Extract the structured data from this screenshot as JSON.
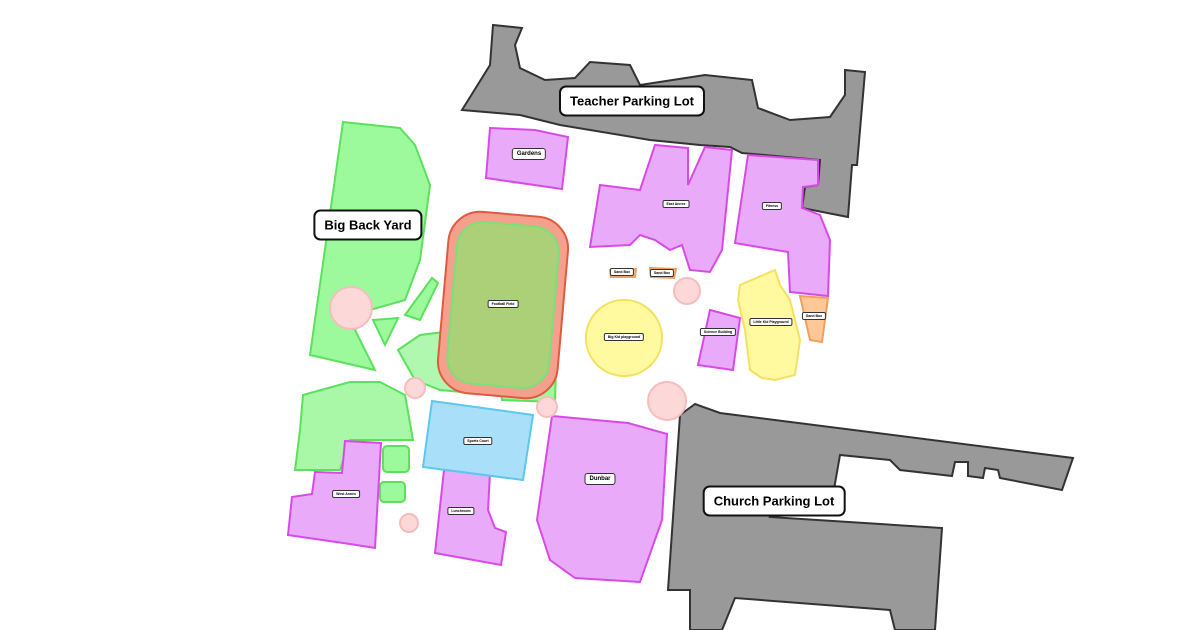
{
  "colors": {
    "parking": "#999999",
    "green": "#9cfa9c",
    "building": "#e9aaf9",
    "playground": "#fff9a0",
    "sandbox": "#ffc896",
    "court": "#aadffa",
    "field": "#acd078",
    "track": "#f5a08c",
    "tree": "#fcd8d8"
  },
  "labels": {
    "teacher_parking": "Teacher Parking Lot",
    "church_parking": "Church Parking Lot",
    "big_back_yard": "Big Back Yard",
    "gardens": "Gardens",
    "east_annex": "East Annex",
    "fitness": "Fitness",
    "sand_box_1": "Sand Box",
    "sand_box_2": "Sand Box",
    "sand_box_3": "Sand Box",
    "football_field": "Football Field",
    "big_kid_playground": "Big Kid playground",
    "science_building": "Science Building",
    "little_kid_playground": "Little Kid Playground",
    "sports_court": "Sports Court",
    "dunbar": "Dunbar",
    "west_annex": "West Annex",
    "lunchroom": "Lunchroom"
  }
}
